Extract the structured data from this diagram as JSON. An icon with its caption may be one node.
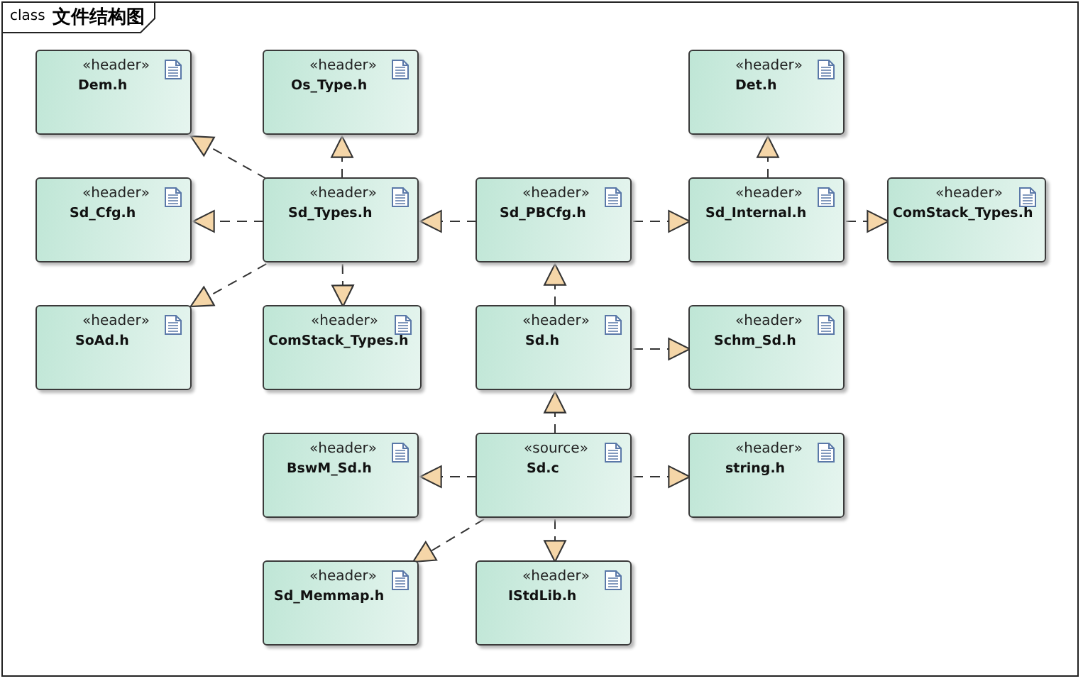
{
  "diagram": {
    "nodes": [
      {
        "text": [
          "class",
          "文件结构图"
        ]
      },
      {
        "text": [
          "«header»",
          "Dem.h"
        ],
        "in": 0
      },
      {
        "text": [
          "«header»",
          "Os_Type.h"
        ],
        "in": 0
      },
      {
        "text": [
          "«header»",
          "Det.h"
        ],
        "in": 0
      },
      {
        "text": [
          "«header»",
          "Sd_Cfg.h"
        ],
        "in": 0
      },
      {
        "text": [
          "«header»",
          "Sd_Types.h"
        ],
        "in": 0
      },
      {
        "text": [
          "«header»",
          "Sd_PBCfg.h"
        ],
        "in": 0
      },
      {
        "text": [
          "«header»",
          "Sd_Internal.h"
        ],
        "in": 0
      },
      {
        "text": [
          "«header»",
          "ComStack_Types.h"
        ],
        "in": 0
      },
      {
        "text": [
          "«header»",
          "SoAd.h"
        ],
        "in": 0
      },
      {
        "text": [
          "«header»",
          "ComStack_Types.h"
        ],
        "in": 0
      },
      {
        "text": [
          "«header»",
          "Sd.h"
        ],
        "in": 0
      },
      {
        "text": [
          "«header»",
          "Schm_Sd.h"
        ],
        "in": 0
      },
      {
        "text": [
          "«header»",
          "BswM_Sd.h"
        ],
        "in": 0
      },
      {
        "text": [
          "«source»",
          "Sd.c"
        ],
        "in": 0
      },
      {
        "text": [
          "«header»",
          "string.h"
        ],
        "in": 0
      },
      {
        "text": [
          "«header»",
          "Sd_Memmap.h"
        ],
        "in": 0
      },
      {
        "text": [
          "«header»",
          "IStdLib.h"
        ],
        "in": 0
      }
    ],
    "edges": [
      {
        "from": 5,
        "to": 1,
        "arrow": "to"
      },
      {
        "from": 5,
        "to": 2,
        "arrow": "to"
      },
      {
        "from": 5,
        "to": 4,
        "arrow": "to"
      },
      {
        "from": 5,
        "to": 9,
        "arrow": "to"
      },
      {
        "from": 5,
        "to": 10,
        "arrow": "to"
      },
      {
        "from": 6,
        "to": 5,
        "arrow": "to"
      },
      {
        "from": 6,
        "to": 7,
        "arrow": "to"
      },
      {
        "from": 7,
        "to": 3,
        "arrow": "to"
      },
      {
        "from": 7,
        "to": 8,
        "arrow": "to"
      },
      {
        "from": 11,
        "to": 6,
        "arrow": "to"
      },
      {
        "from": 11,
        "to": 12,
        "arrow": "to"
      },
      {
        "from": 14,
        "to": 11,
        "arrow": "to"
      },
      {
        "from": 14,
        "to": 13,
        "arrow": "to"
      },
      {
        "from": 14,
        "to": 15,
        "arrow": "to"
      },
      {
        "from": 14,
        "to": 16,
        "arrow": "to"
      },
      {
        "from": 14,
        "to": 17,
        "arrow": "to"
      }
    ]
  }
}
